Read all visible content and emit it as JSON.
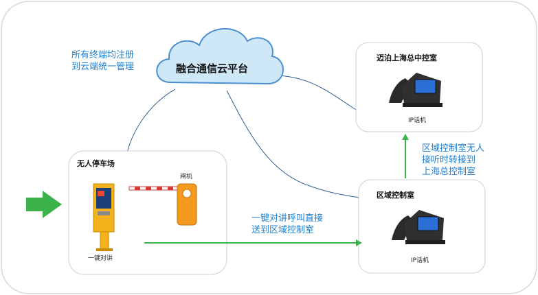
{
  "cloud": {
    "label": "融合通信云平台"
  },
  "note_register": {
    "line1": "所有终端均注册",
    "line2": "到云端统一管理"
  },
  "parking": {
    "title": "无人停车场",
    "barrier_label": "闸机",
    "intercom_label": "一键对讲"
  },
  "regional": {
    "title": "区域控制室",
    "phone_label": "IP话机"
  },
  "hq": {
    "title": "迈泊上海总中控室",
    "phone_label": "IP话机"
  },
  "note_call": {
    "line1": "一键对讲呼叫直接",
    "line2": "送到区域控制室"
  },
  "note_transfer": {
    "line1": "区域控制室无人",
    "line2": "接听时转接到",
    "line3": "上海总控制室"
  },
  "colors": {
    "accent_blue": "#1f7fcf",
    "arrow_green": "#3cb34a",
    "cloud_fill": "#cfe8f7",
    "cloud_stroke": "#4a8fcf",
    "link_line": "#2f5d8f"
  }
}
